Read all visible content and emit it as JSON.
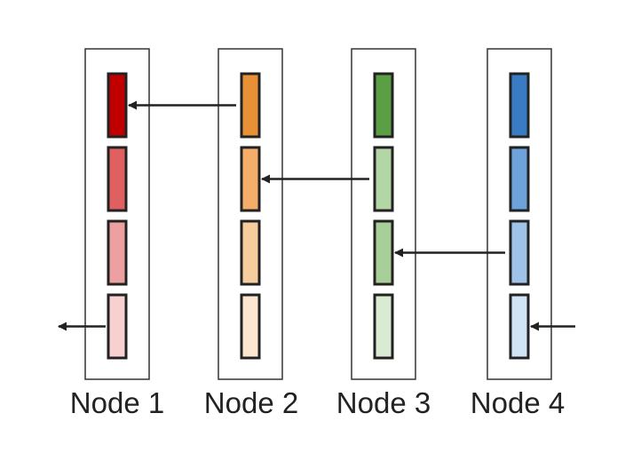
{
  "nodes": [
    {
      "label": "Node 1",
      "colors": [
        "#c00000",
        "#e06060",
        "#eda0a0",
        "#f7d0d0"
      ]
    },
    {
      "label": "Node 2",
      "colors": [
        "#e89036",
        "#f5ae6a",
        "#f8cd9e",
        "#fde6cf"
      ]
    },
    {
      "label": "Node 3",
      "colors": [
        "#5a9e45",
        "#b3d6a5",
        "#a8cf98",
        "#d9ebd0"
      ]
    },
    {
      "label": "Node 4",
      "colors": [
        "#3a7cc4",
        "#6da2da",
        "#9fc3e8",
        "#d1e4f5"
      ]
    }
  ],
  "arrows": [
    {
      "from_node": 1,
      "to_node": 0,
      "row": 0
    },
    {
      "from_node": 2,
      "to_node": 1,
      "row": 1
    },
    {
      "from_node": 3,
      "to_node": 2,
      "row": 2
    },
    {
      "from_node": "incoming",
      "to_node": 3,
      "row": 3
    },
    {
      "from_node": 0,
      "to_node": "outgoing",
      "row": 3
    }
  ]
}
